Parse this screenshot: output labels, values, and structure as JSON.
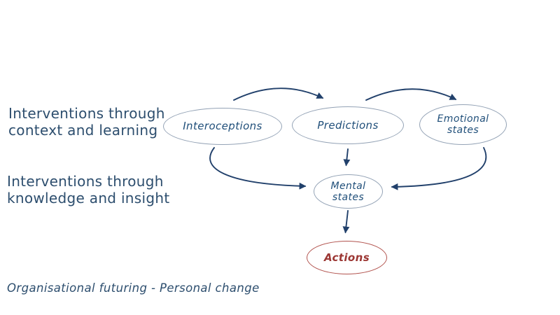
{
  "slide": {
    "background": "#ffffff",
    "caption": "Organisational futuring - Personal change"
  },
  "annotations": {
    "left_top": {
      "lines": [
        "Interventions through",
        "context and learning"
      ]
    },
    "left_bottom": {
      "lines": [
        "Interventions through",
        "knowledge and insight"
      ]
    }
  },
  "nodes": {
    "interoceptions": {
      "label": "Interoceptions"
    },
    "predictions": {
      "label": "Predictions"
    },
    "emotional": {
      "line1": "Emotional",
      "line2": "states"
    },
    "mental": {
      "line1": "Mental",
      "line2": "states"
    },
    "actions": {
      "label": "Actions"
    }
  },
  "edges": [
    {
      "from": "interoceptions",
      "to": "predictions",
      "style": "curved-top"
    },
    {
      "from": "predictions",
      "to": "emotional_states",
      "style": "curved-top"
    },
    {
      "from": "interoceptions",
      "to": "mental_states",
      "style": "curved-side"
    },
    {
      "from": "predictions",
      "to": "mental_states",
      "style": "straight"
    },
    {
      "from": "emotional_states",
      "to": "mental_states",
      "style": "curved-side"
    },
    {
      "from": "mental_states",
      "to": "actions",
      "style": "straight"
    }
  ],
  "colors": {
    "text_navy": "#2d4e6e",
    "node_label_navy": "#1f4e79",
    "node_border_blue": "#93a2b5",
    "arrow_navy": "#21406b",
    "node_border_red": "#b2534e",
    "node_label_red": "#9c3734"
  }
}
